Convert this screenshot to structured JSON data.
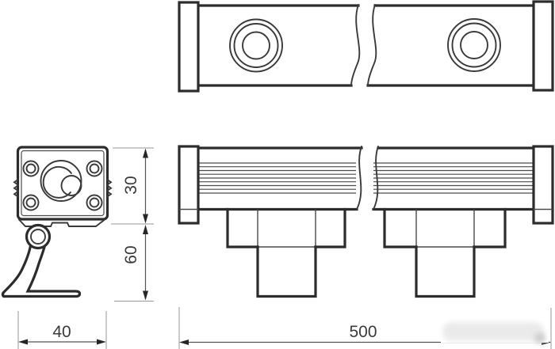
{
  "drawing": {
    "type": "technical-dimension-drawing",
    "views": {
      "top_view": "linear bar with two round lens ports and break lines",
      "front_view": "ribbed linear housing with two stepped mounting brackets",
      "side_view": "square housing end with four screws, lens and swivel foot bracket"
    },
    "dimensions": {
      "housing_height": {
        "label": "30"
      },
      "bracket_height": {
        "label": "60"
      },
      "housing_width": {
        "label": "40"
      },
      "fixture_length": {
        "label": "500"
      }
    },
    "colors": {
      "line": "#2c2c2c",
      "dimension_line": "#545454",
      "witness_line": "#979797",
      "text": "#3a3a3a",
      "background": "#ffffff",
      "watermark_blob": "#e7e7e7"
    },
    "watermark": {
      "description": "blurred light-gray blob lower right"
    }
  }
}
